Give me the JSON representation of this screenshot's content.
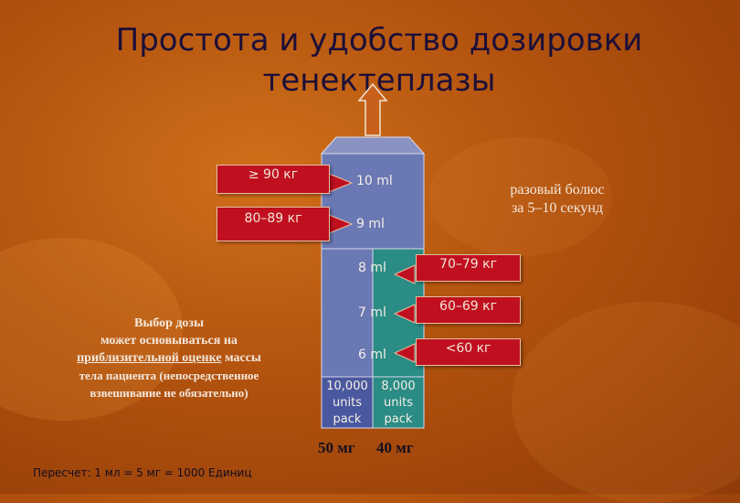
{
  "slide": {
    "title": "Простота и удобство дозировки тенектеплазы",
    "bolus_line1": "разовый болюс",
    "bolus_line2": "за 5–10 секунд",
    "dose_selection": {
      "line1": "Выбор дозы",
      "line2": "может основываться на",
      "line3_underlined": "приблизительной оценке",
      "line3_rest": " массы",
      "line4": "тела пациента (непосредственное",
      "line5": "взвешивание не обязательно)"
    },
    "conversion": {
      "label": "Пересчет:",
      "value": " 1 мл = 5 мг = 1000 Единиц"
    },
    "weights_left": [
      "≥ 90 кг",
      "80–89 кг"
    ],
    "weights_right": [
      "70–79 кг",
      "60–69 кг",
      "<60 кг"
    ],
    "volumes": [
      "10 ml",
      "9 ml",
      "8 ml",
      "7 ml",
      "6 ml"
    ],
    "packs": [
      {
        "line1": "10,000",
        "line2": "units",
        "line3": "pack",
        "dose": "50 мг"
      },
      {
        "line1": "8,000",
        "line2": "units",
        "line3": "pack",
        "dose": "40 мг"
      }
    ],
    "colors": {
      "weight_box": "#c01020",
      "syringe_blue": "#6a78b4",
      "syringe_teal": "#2a8c84",
      "title_color": "#1c0f38"
    }
  }
}
